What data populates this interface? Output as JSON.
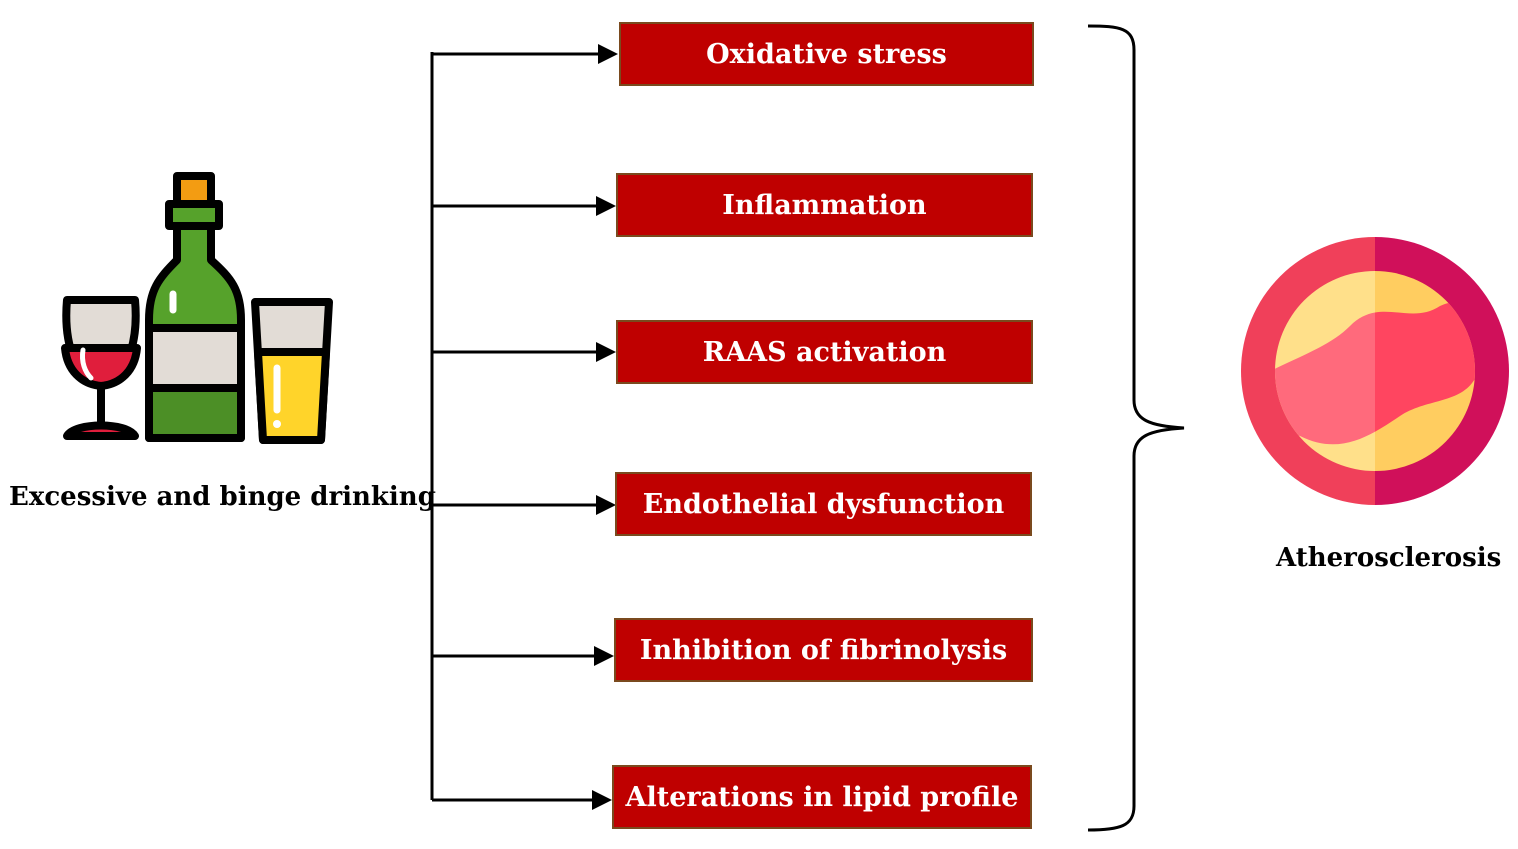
{
  "source_label": "Excessive and binge drinking",
  "outcome_label": "Atherosclerosis",
  "mechanisms": [
    "Oxidative stress",
    "Inflammation",
    "RAAS activation",
    "Endothelial dysfunction",
    "Inhibition of fibrinolysis",
    "Alterations in lipid profile"
  ],
  "colors": {
    "box_fill": "#bf0000",
    "box_border": "#7a4a1e",
    "box_text": "#ffffff",
    "wine": "#e01e3c",
    "bottle_green": "#56a22b",
    "beer": "#ffd42a",
    "outcome_outer": "#f0405a",
    "outcome_plaque": "#ffd36a"
  },
  "icons": {
    "source": "alcohol-drinks-icon",
    "outcome": "atherosclerotic-artery-icon"
  }
}
